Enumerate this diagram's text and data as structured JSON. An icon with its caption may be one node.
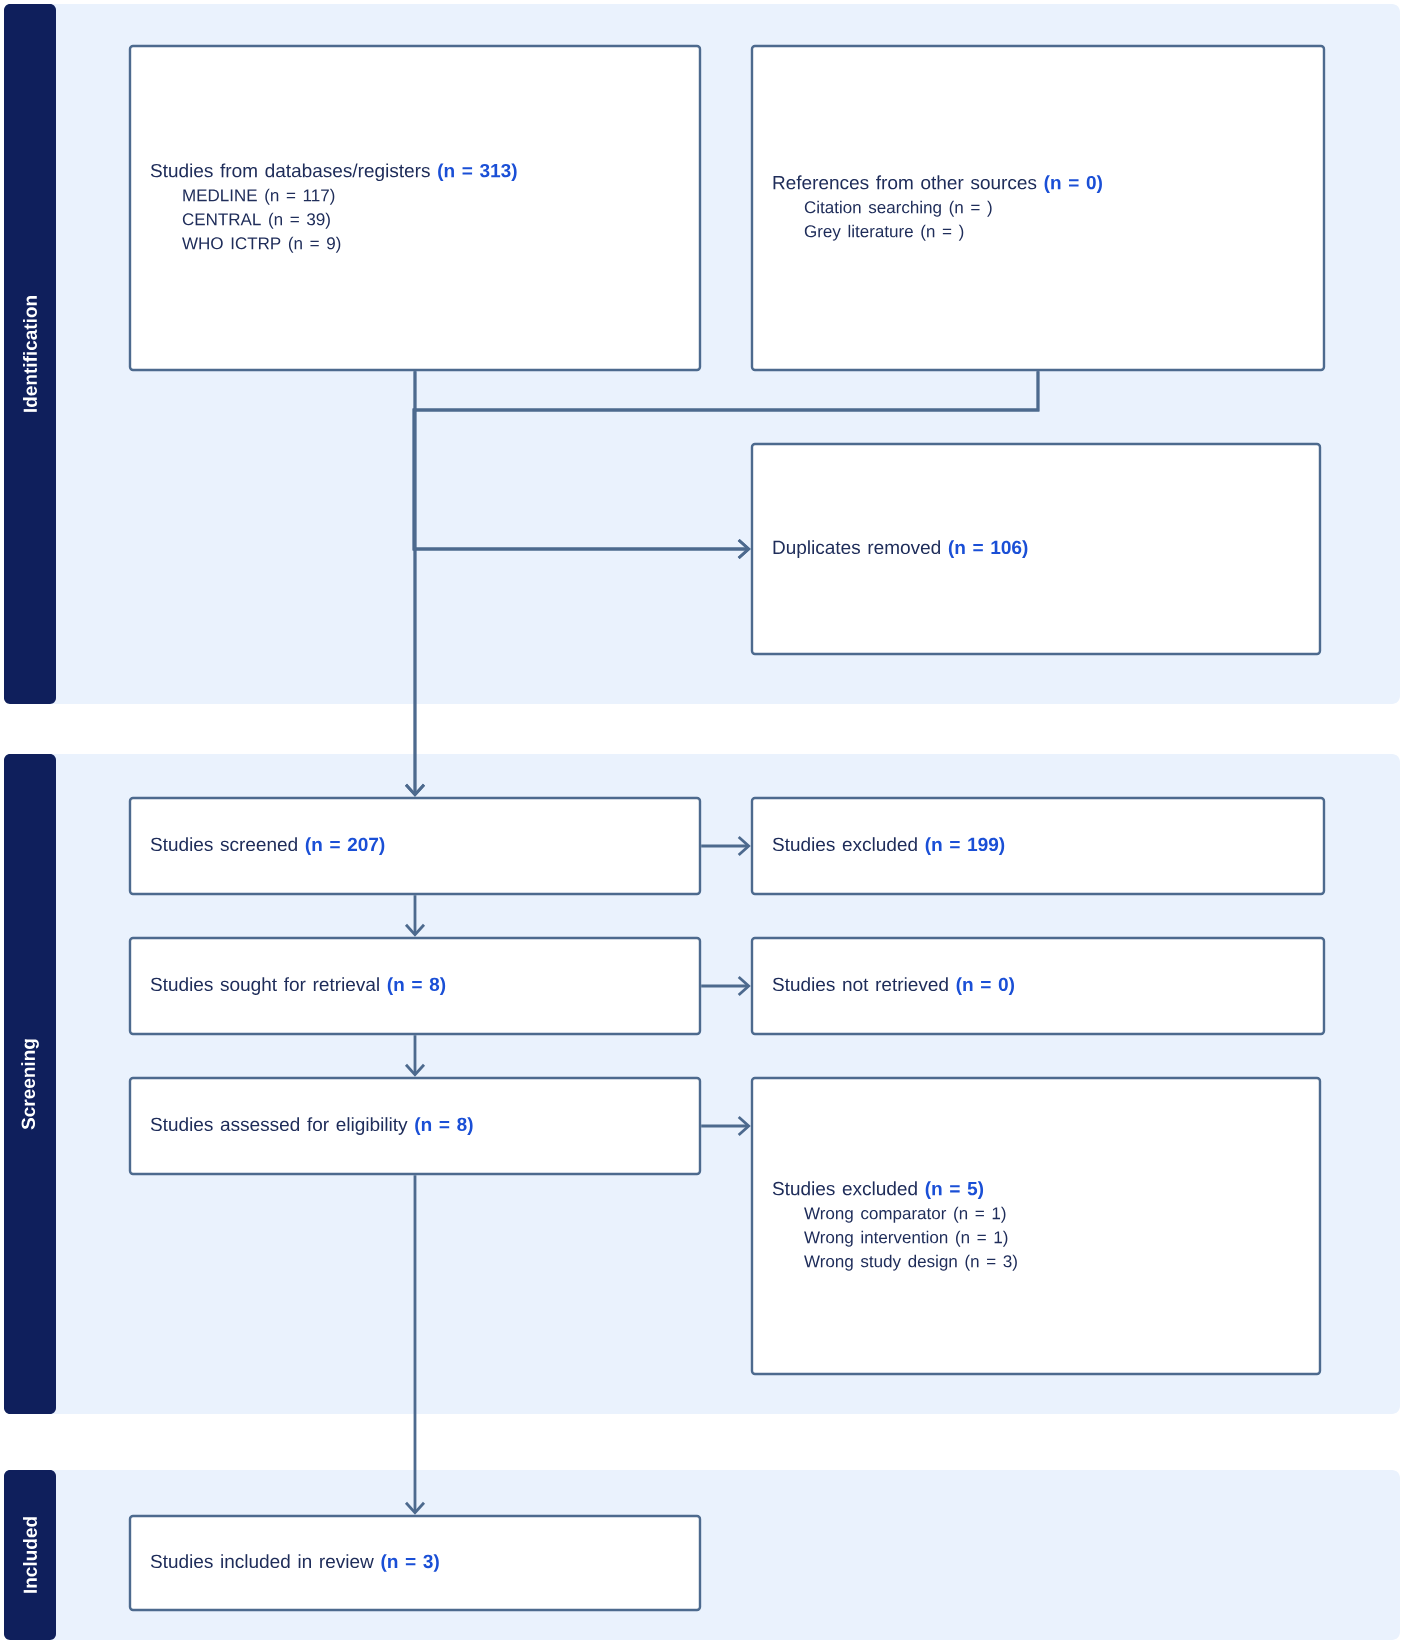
{
  "diagram": {
    "nodes": [
      {
        "text": [
          "Identification"
        ]
      },
      {
        "text": [
          "Studies from databases/registers **(n = 313)**",
          "MEDLINE (n = 117)",
          "CENTRAL (n = 39)",
          "WHO ICTRP (n = 9)"
        ],
        "in": 0
      },
      {
        "text": [
          "References from other sources **(n = 0)**",
          "Citation searching (n = )",
          "Grey literature (n = )"
        ],
        "in": 0
      },
      {
        "text": [
          "Duplicates removed **(n = 106)**"
        ],
        "in": 0
      },
      {
        "text": [
          "Screening"
        ]
      },
      {
        "text": [
          "Studies screened **(n = 207)**"
        ],
        "in": 4
      },
      {
        "text": [
          "Studies excluded **(n = 199)**"
        ],
        "in": 4
      },
      {
        "text": [
          "Studies sought for retrieval **(n = 8)**"
        ],
        "in": 4
      },
      {
        "text": [
          "Studies not retrieved **(n = 0)**"
        ],
        "in": 4
      },
      {
        "text": [
          "Studies assessed for eligibility **(n = 8)**"
        ],
        "in": 4
      },
      {
        "text": [
          "Studies excluded **(n = 5)**",
          "Wrong comparator (n = 1)",
          "Wrong intervention (n = 1)",
          "Wrong study design (n = 3)"
        ],
        "in": 4
      },
      {
        "text": [
          "Included"
        ]
      },
      {
        "text": [
          "Studies included in review **(n = 3)**"
        ],
        "in": 11
      }
    ],
    "edges": [
      {
        "from": 1,
        "to": 3,
        "arrow": "to"
      },
      {
        "from": 2,
        "to": 3,
        "arrow": "to"
      },
      {
        "from": 1,
        "to": 5,
        "arrow": "to"
      },
      {
        "from": 2,
        "to": 5,
        "arrow": "to"
      },
      {
        "from": 5,
        "to": 6,
        "arrow": "to"
      },
      {
        "from": 5,
        "to": 7,
        "arrow": "to"
      },
      {
        "from": 7,
        "to": 8,
        "arrow": "to"
      },
      {
        "from": 7,
        "to": 9,
        "arrow": "to"
      },
      {
        "from": 9,
        "to": 10,
        "arrow": "to"
      },
      {
        "from": 9,
        "to": 12,
        "arrow": "to"
      }
    ]
  }
}
